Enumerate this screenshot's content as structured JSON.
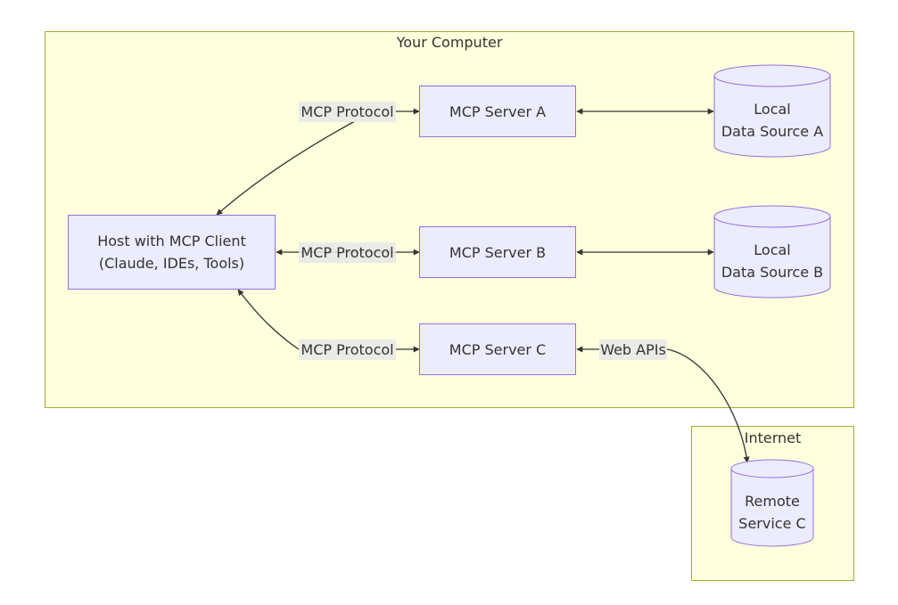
{
  "colors": {
    "cluster_fill": "#ffffde",
    "cluster_stroke": "#aaaa33",
    "node_fill": "#ececff",
    "node_stroke": "#9370db",
    "edge": "#333333",
    "label_bg": "#e8e8e8"
  },
  "clusters": {
    "computer": {
      "title": "Your Computer"
    },
    "internet": {
      "title": "Internet"
    }
  },
  "nodes": {
    "host": {
      "line1": "Host with MCP Client",
      "line2": "(Claude, IDEs, Tools)"
    },
    "server_a": {
      "label": "MCP Server A"
    },
    "server_b": {
      "label": "MCP Server B"
    },
    "server_c": {
      "label": "MCP Server C"
    },
    "data_a": {
      "line1": "Local",
      "line2": "Data Source A"
    },
    "data_b": {
      "line1": "Local",
      "line2": "Data Source B"
    },
    "remote_c": {
      "line1": "Remote",
      "line2": "Service C"
    }
  },
  "edges": {
    "host_a": {
      "label": "MCP Protocol"
    },
    "host_b": {
      "label": "MCP Protocol"
    },
    "host_c": {
      "label": "MCP Protocol"
    },
    "c_remote": {
      "label": "Web APIs"
    }
  }
}
